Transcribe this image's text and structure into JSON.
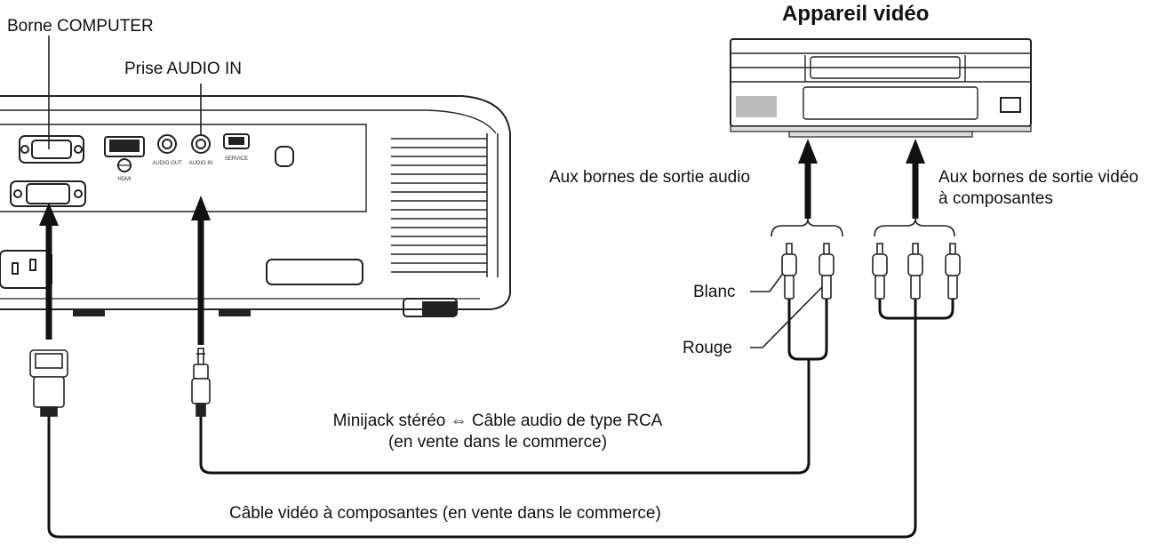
{
  "labels": {
    "device_title": "Appareil vidéo",
    "computer_terminal": "Borne COMPUTER",
    "audio_in_jack": "Prise AUDIO IN",
    "audio_out_terminals": "Aux bornes de sortie audio",
    "video_out_terminals_line1": "Aux bornes de sortie vidéo",
    "video_out_terminals_line2": "à composantes",
    "white_plug": "Blanc",
    "red_plug": "Rouge",
    "audio_cable_line1": "Minijack stéréo ⇔ Câble audio de type RCA",
    "audio_cable_line2": "(en vente dans le commerce)",
    "video_cable": "Câble vidéo à composantes (en vente dans le commerce)"
  },
  "panel_text": {
    "hdmi": "HDMI",
    "audio_out": "AUDIO OUT",
    "audio_in": "AUDIO IN",
    "service": "SERVICE"
  }
}
